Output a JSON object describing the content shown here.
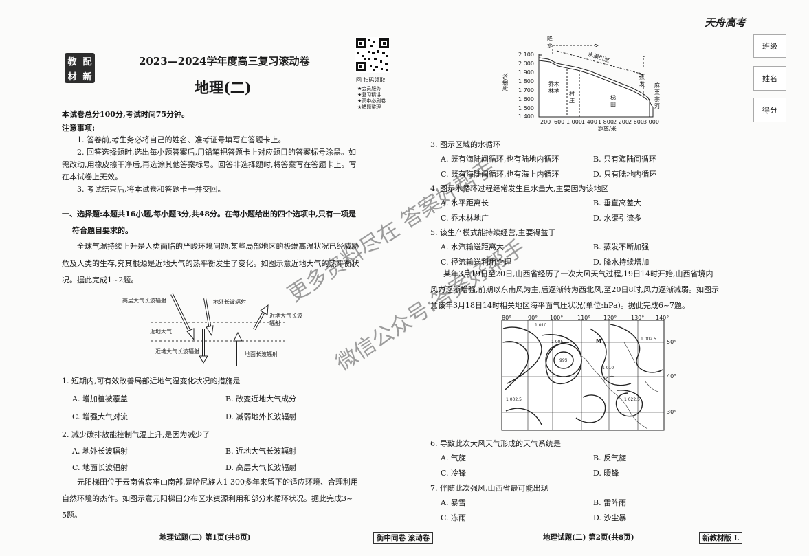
{
  "brand": "天舟高考",
  "logo_chars": [
    "教",
    "配",
    "材",
    "新"
  ],
  "qr": {
    "caption": "回 扫码领取",
    "items": [
      "★会员服务",
      "★复习精讲",
      "★高中必刷卷",
      "★错题整理"
    ]
  },
  "title": "2023—2024学年度高三复习滚动卷",
  "subtitle": "地理(二)",
  "side_labels": [
    "班级",
    "姓名",
    "得分"
  ],
  "intro": {
    "score_line": "本试卷总分100分,考试时间75分钟。",
    "notes_title": "注意事项:",
    "notes": [
      "1. 答卷前,考生务必将自己的姓名、准考证号填写在答题卡上。",
      "2. 回答选择题时,选出每小题答案后,用铅笔把答题卡上对应题目的答案标号涂黑。如",
      "需改动,用橡皮擦干净后,再选涂其他答案标号。回答非选择题时,将答案写在答题卡上。写",
      "在本试卷上无效。",
      "3. 考试结束后,将本试卷和答题卡一并交回。"
    ]
  },
  "section1": {
    "heading_line1": "一、选择题:本题共16小题,每小题3分,共48分。在每小题给出的四个选项中,只有一项是",
    "heading_line2": "符合题目要求的。",
    "material1": [
      "全球气温持续上升是人类面临的严峻环境问题,某些局部地区的极端高温状况已经威胁",
      "危及人类的生存,究其根源是近地大气的热平衡发生了变化。如图示意近地大气的热平衡状",
      "况。据此完成1~2题。"
    ]
  },
  "radiation_fig": {
    "labels": [
      "高层大气长波辐射",
      "地外长波辐射",
      "近地大气长波辐射",
      "近地大气",
      "近地大气长波辐射",
      "地面长波辐射"
    ]
  },
  "q1": {
    "stem": "1. 短期内,可有效改善局部近地气温变化状况的措施是",
    "options": [
      "A. 增加植被覆盖",
      "B. 改变近地大气成分",
      "C. 增强大气对流",
      "D. 减弱地外长波辐射"
    ]
  },
  "q2": {
    "stem": "2. 减少碳排放能控制气温上升,是因为减少了",
    "options": [
      "A. 地外长波辐射",
      "B. 近地大气长波辐射",
      "C. 地面长波辐射",
      "D. 高层大气长波辐射"
    ]
  },
  "material2": [
    "元阳梯田位于云南省哀牢山南部,是哈尼族人1 300多年来留下的适应环境、合理利用",
    "自然环境的杰作。如图示意元阳梯田分布区水资源利用和部分水循环状况。据此完成3~",
    "5题。"
  ],
  "footers": {
    "left": "地理试题(二)  第1页(共8页)",
    "center": "衡中同卷  滚动卷",
    "right": "地理试题(二)  第2页(共8页)",
    "badge": "新教材版 L"
  },
  "terrace_chart": {
    "ylabel": "海拔/米",
    "xlabel": "距离/米",
    "yticks": [
      "2 100",
      "2 000",
      "1 900",
      "1 800",
      "1 700",
      "1 600",
      "1 500",
      "1 400"
    ],
    "xticks": [
      "200",
      "600",
      "1 000",
      "1 400",
      "1 800",
      "2 200",
      "2 600",
      "3 000"
    ],
    "zones": [
      "乔木林地",
      "村庄",
      "梯田",
      "麻栗寨河"
    ],
    "arrows": [
      "降水",
      "水渠引流",
      "蒸发"
    ]
  },
  "q3": {
    "stem": "3. 图示区域的水循环",
    "options": [
      "A. 既有海陆间循环,也有陆地内循环",
      "B. 只有海陆间循环",
      "C. 既有海陆间循环,也有海上内循环",
      "D. 只有陆地内循环"
    ]
  },
  "q4": {
    "stem": "4. 图示水循环过程经常发生且水量大,主要因为该地区",
    "options": [
      "A. 水平距离长",
      "B. 垂直高差大",
      "C. 乔木林地广",
      "D. 水渠引流多"
    ]
  },
  "q5": {
    "stem": "5. 该生产模式能持续经营,主要得益于",
    "options": [
      "A. 水汽输送距离大",
      "B. 蒸发不断加强",
      "C. 径流输送利用合理",
      "D. 降水持续增加"
    ]
  },
  "material3": [
    "某年3月19日至20日,山西省经历了一次大风天气过程,19日14时开始,山西省境内",
    "风力逐渐增强,前期以东南风为主,后逐渐转为西北风,至20日8时,风力逐渐减弱。如图示",
    "意该年3月18日14时相关地区海平面气压状况(单位:hPa)。据此完成6~7题。"
  ],
  "map": {
    "lon_labels": [
      "80°",
      "90°",
      "100°",
      "110°",
      "120°",
      "130°",
      "140°"
    ],
    "lat_labels": [
      "50°",
      "40°",
      "30°"
    ],
    "isobars": [
      "1 010",
      "1 005",
      "995",
      "1 002.5",
      "1 010",
      "1 022.5",
      "1 002.5"
    ],
    "marker": "M"
  },
  "q6": {
    "stem": "6. 导致此次大风天气形成的天气系统是",
    "options": [
      "A. 气旋",
      "B. 反气旋",
      "C. 冷锋",
      "D. 暖锋"
    ]
  },
  "q7": {
    "stem": "7. 伴随此次强风,山西省最可能出现",
    "options": [
      "A. 暴雪",
      "B. 雷阵雨",
      "C. 冻雨",
      "D. 沙尘暴"
    ]
  },
  "watermark": [
    "更多资料尽在 答案好帮手",
    "微信公众号:答案好帮手"
  ]
}
